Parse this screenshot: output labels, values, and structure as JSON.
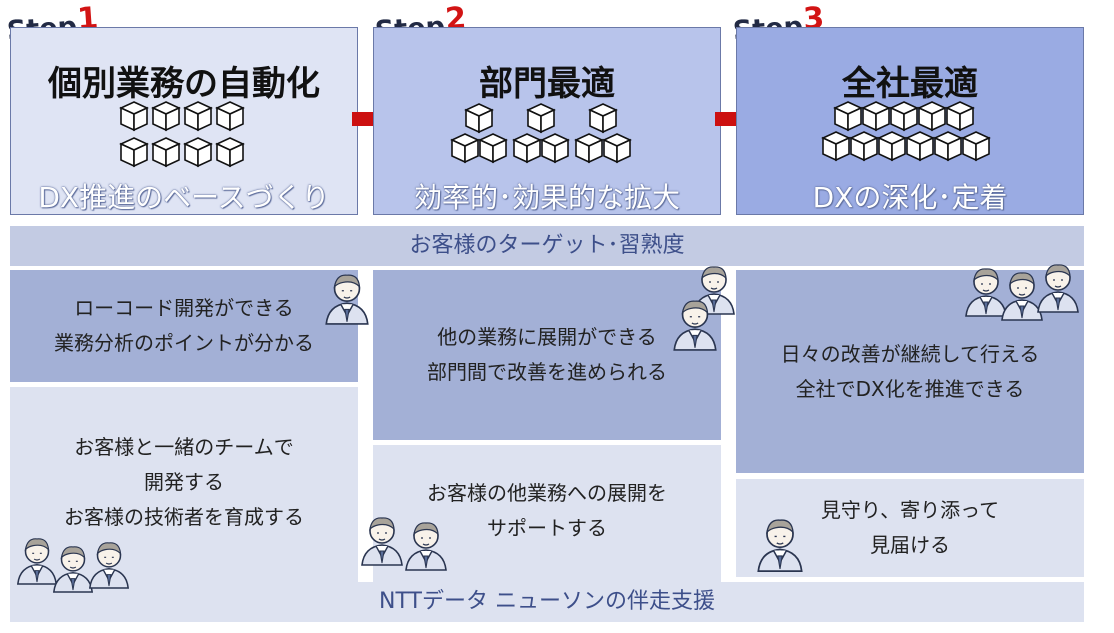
{
  "steps": [
    {
      "word": "Step",
      "num": "1",
      "title": "個別業務の自動化",
      "subtitle": "DX推進のベースづくり"
    },
    {
      "word": "Step",
      "num": "2",
      "title": "部門最適",
      "subtitle": "効率的･効果的な拡大"
    },
    {
      "word": "Step",
      "num": "3",
      "title": "全社最適",
      "subtitle": "DXの深化･定着"
    }
  ],
  "customer_bar": "お客様のターゲット･習熟度",
  "customer_cells": [
    {
      "line1": "ローコード開発ができる",
      "line2": "業務分析のポイントが分かる"
    },
    {
      "line1": "他の業務に展開ができる",
      "line2": "部門間で改善を進められる"
    },
    {
      "line1": "日々の改善が継続して行える",
      "line2": "全社でDX化を推進できる"
    }
  ],
  "support_cells": [
    {
      "line1": "お客様と一緒のチームで",
      "line2": "開発する",
      "line3": "お客様の技術者を育成する"
    },
    {
      "line1": "お客様の他業務への展開を",
      "line2": "サポートする"
    },
    {
      "line1": "見守り、寄り添って",
      "line2": "見届ける"
    }
  ],
  "support_bar": "NTTデータ ニューソンの伴走支援",
  "colors": {
    "step1": "#dfe4f4",
    "step2": "#b8c4eb",
    "step3": "#9aabe3",
    "arrow": "#cc1010",
    "dark_cell": "#a3b0d6",
    "light_cell": "#dde2f0"
  },
  "icons": [
    "cube-icon",
    "arrow-right-icon",
    "person-icon"
  ]
}
